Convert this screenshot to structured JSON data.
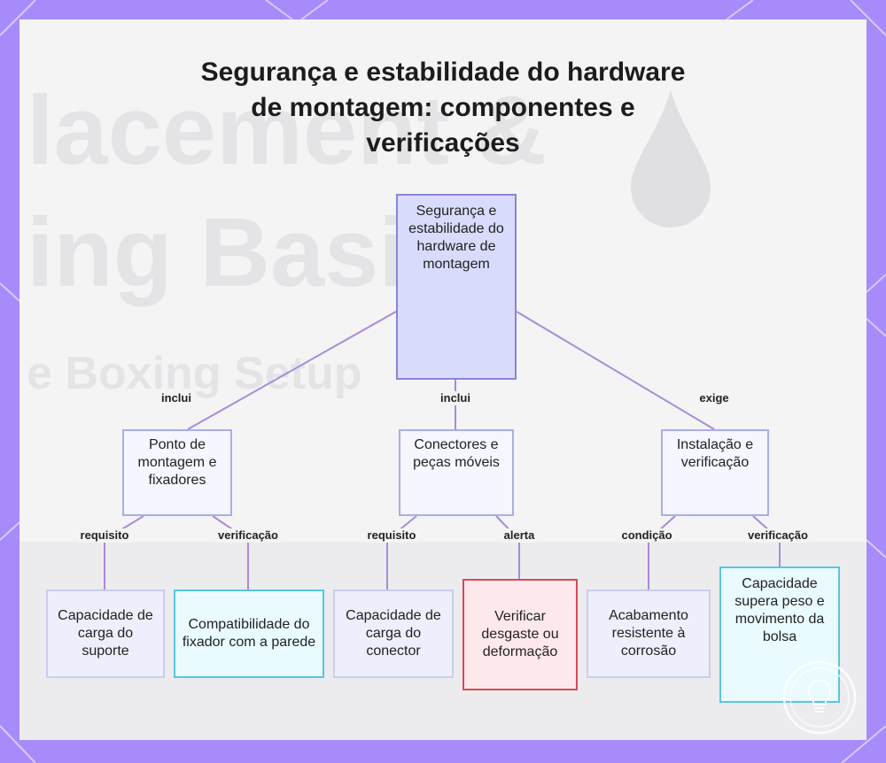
{
  "title": {
    "line1": "Segurança e estabilidade do hardware",
    "line2": "de montagem: componentes e",
    "line3": "verificações"
  },
  "nodes": {
    "root": "Segurança e estabilidade do hardware de montagem",
    "mount_point": "Ponto de montagem e fixadores",
    "connectors": "Conectores e peças móveis",
    "install": "Instalação e verificação",
    "support_capacity": "Capacidade de carga do suporte",
    "fixer_compat": "Compatibilidade do fixador com a parede",
    "connector_capacity": "Capacidade de carga do conector",
    "check_wear": "Verificar desgaste ou deformação",
    "finish": "Acabamento resistente à corrosão",
    "capacity_exceeds": "Capacidade supera peso e movimento da bolsa"
  },
  "edges": {
    "root_mount": "inclui",
    "root_connectors": "inclui",
    "root_install": "exige",
    "mount_support": "requisito",
    "mount_fixer": "verificação",
    "conn_capacity": "requisito",
    "conn_wear": "alerta",
    "install_finish": "condição",
    "install_capacity": "verificação"
  },
  "background_watermark": {
    "line1": "lacement &",
    "line2": "ing Basi",
    "line3": "e Boxing Setup"
  },
  "colors": {
    "frame": "#a78bfa",
    "edge": "#a78bd9",
    "root_fill": "#d9dbfc",
    "cyan_border": "#57c7dc",
    "red_border": "#d9485a"
  }
}
